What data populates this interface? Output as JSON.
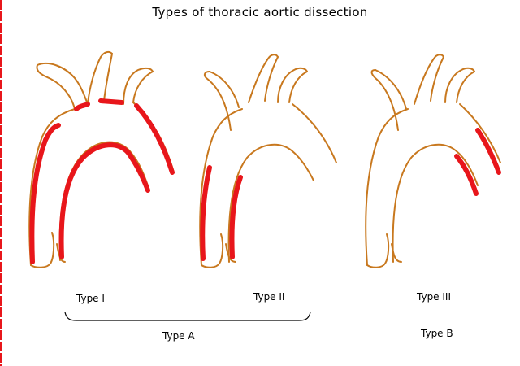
{
  "title": "Types of thoracic aortic dissection",
  "labels": {
    "type1": "Type I",
    "type2": "Type II",
    "type3": "Type III",
    "typeA": "Type A",
    "typeB": "Type B"
  },
  "colors": {
    "vessel_outline": "#c8781e",
    "dissection": "#e8161b",
    "border": "#e8161b"
  }
}
